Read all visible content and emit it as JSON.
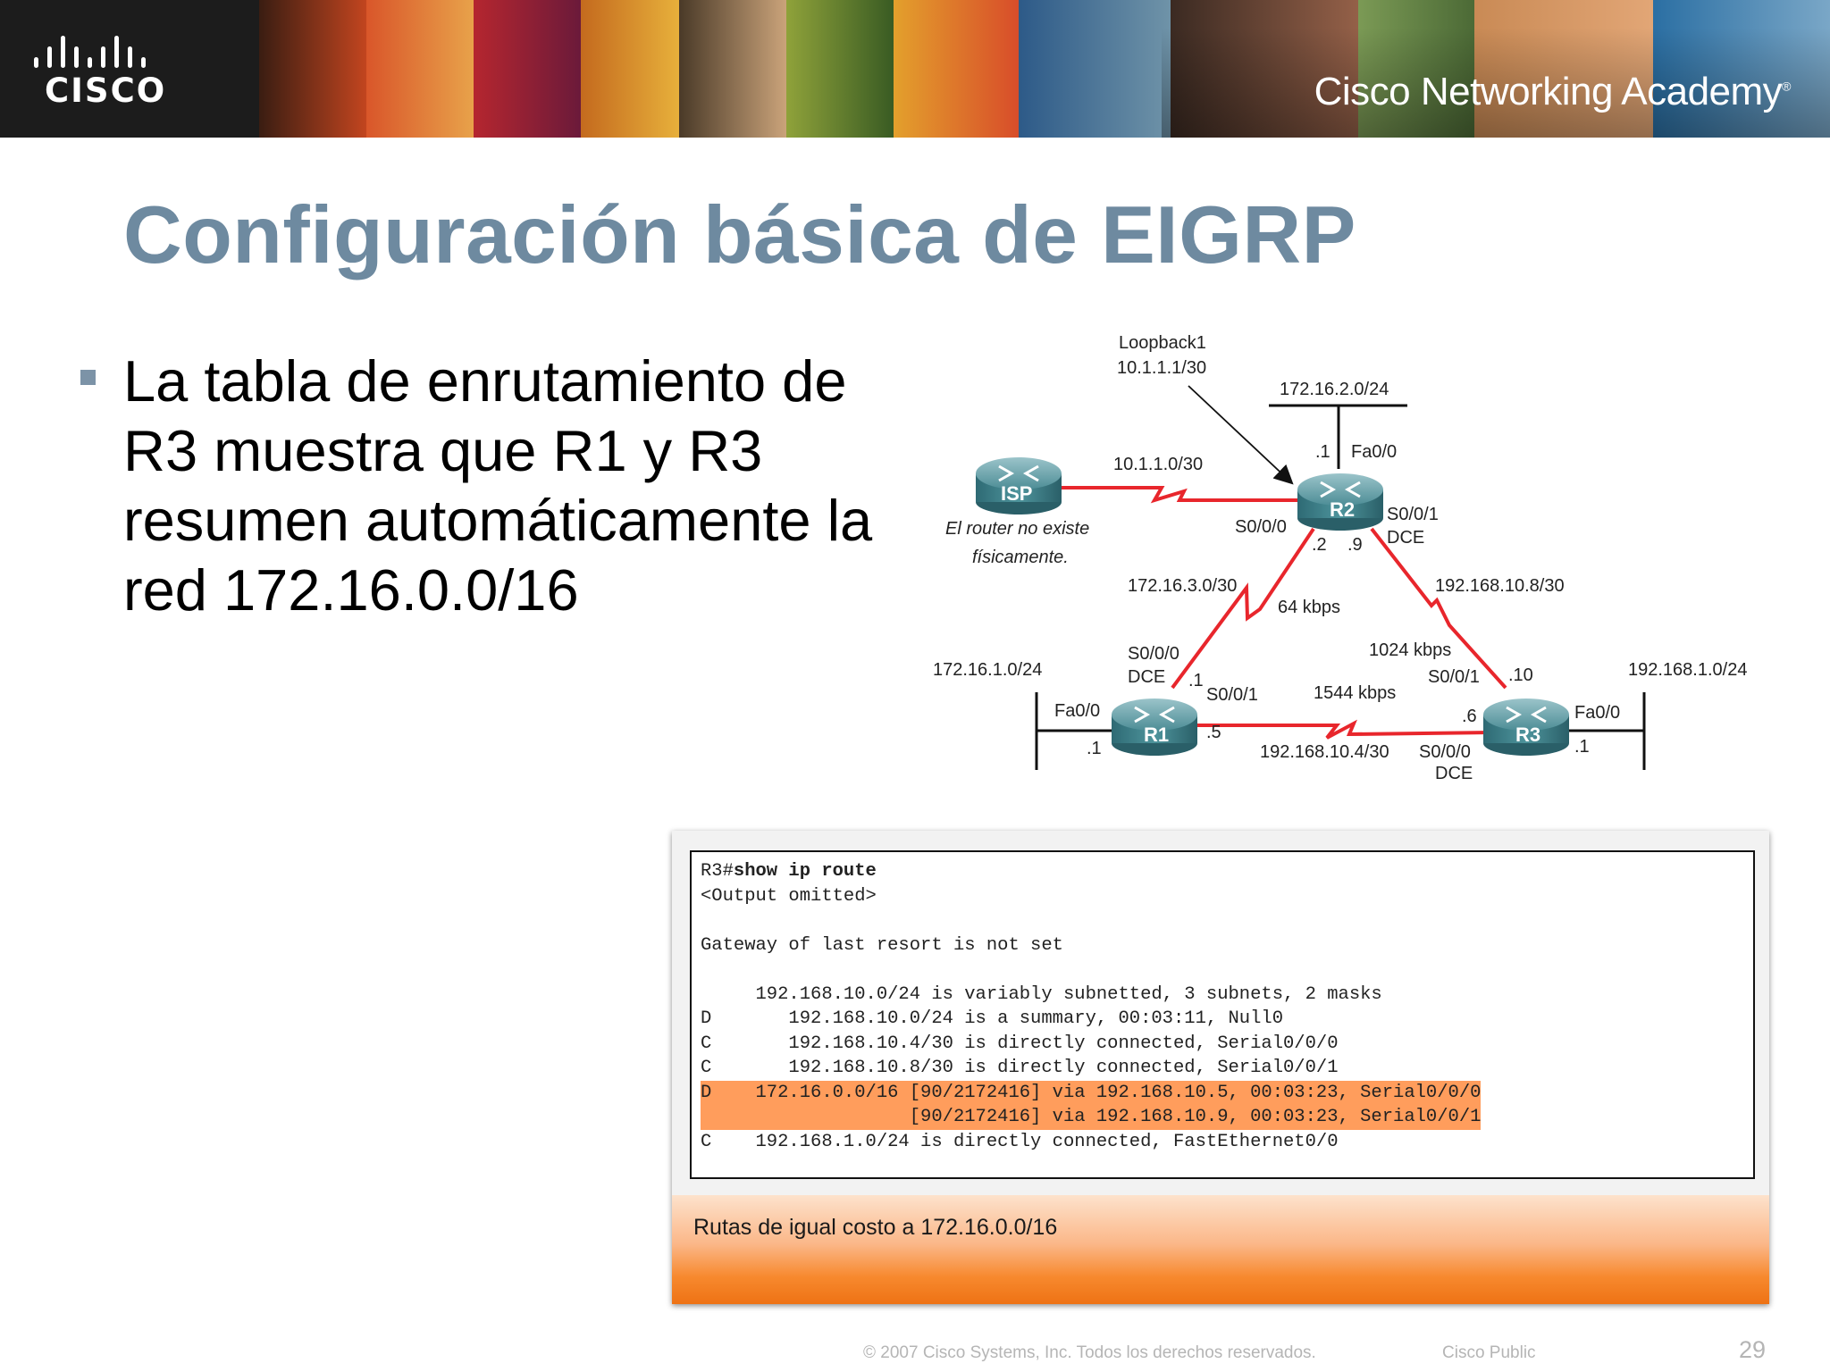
{
  "header": {
    "logo_text": "CISCO",
    "academy": "Cisco Networking Academy",
    "trademark": "®"
  },
  "slide": {
    "title": "Configuración básica de EIGRP",
    "bullet": "La tabla de enrutamiento de R3 muestra que R1 y R3 resumen automáticamente la red 172.16.0.0/16"
  },
  "diagram": {
    "loopback_name": "Loopback1",
    "loopback_ip": "10.1.1.1/30",
    "net_r2_lan": "172.16.2.0/24",
    "r2_lan_host": ".1",
    "r2_fa": "Fa0/0",
    "isp_link": "10.1.1.0/30",
    "isp_label": "ISP",
    "isp_note_1": "El router no existe",
    "isp_note_2": "físicamente.",
    "r2_s000": "S0/0/0",
    "r2_label": "R2",
    "r2_s001": "S0/0/1",
    "r2_dce": "DCE",
    "r2_host2": ".2",
    "r2_host9": ".9",
    "net_r1_r2": "172.16.3.0/30",
    "bw_r1_r2": "64 kbps",
    "net_r2_r3": "192.168.10.8/30",
    "bw_r2_r3": "1024 kbps",
    "r1_s000": "S0/0/0",
    "r1_dce": "DCE",
    "r1_host1": ".1",
    "net_r1_lan": "172.16.1.0/24",
    "r1_fa": "Fa0/0",
    "r1_lan_host": ".1",
    "r1_label": "R1",
    "r1_s001": "S0/0/1",
    "r1_host5": ".5",
    "bw_r1_r3": "1544 kbps",
    "net_r1_r3": "192.168.10.4/30",
    "r3_s001": "S0/0/1",
    "r3_host10": ".10",
    "net_r3_lan": "192.168.1.0/24",
    "r3_host6": ".6",
    "r3_fa": "Fa0/0",
    "r3_label": "R3",
    "r3_s000": "S0/0/0",
    "r3_dce": "DCE",
    "r3_lan_host": ".1"
  },
  "console": {
    "prompt": "R3#",
    "command": "show ip route",
    "lines_before": [
      "<Output omitted>",
      "",
      "Gateway of last resort is not set",
      "",
      "     192.168.10.0/24 is variably subnetted, 3 subnets, 2 masks",
      "D       192.168.10.0/24 is a summary, 00:03:11, Null0",
      "C       192.168.10.4/30 is directly connected, Serial0/0/0",
      "C       192.168.10.8/30 is directly connected, Serial0/0/1"
    ],
    "highlight_lines": [
      "D    172.16.0.0/16 [90/2172416] via 192.168.10.5, 00:03:23, Serial0/0/0",
      "                   [90/2172416] via 192.168.10.9, 00:03:23, Serial0/0/1"
    ],
    "lines_after": [
      "C    192.168.1.0/24 is directly connected, FastEthernet0/0"
    ]
  },
  "caption": "Rutas de igual costo a 172.16.0.0/16",
  "footer": {
    "copyright": "© 2007 Cisco Systems, Inc. Todos los derechos reservados.",
    "classification": "Cisco Public",
    "page": "29"
  },
  "colors": {
    "title": "#6e8aa0",
    "link": "#e8262c",
    "router": "#3e7d88",
    "highlight": "#ff9d5c",
    "caption_bar": "#f7892e"
  }
}
